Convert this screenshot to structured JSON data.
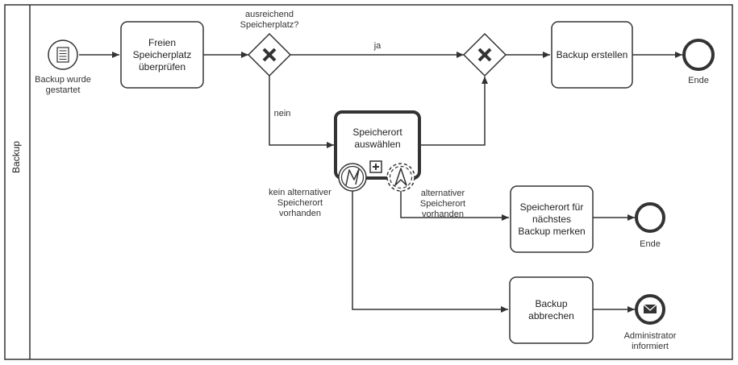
{
  "pool": {
    "label": "Backup"
  },
  "events": {
    "start": {
      "label": "Backup wurde\ngestartet",
      "icon": "document-icon"
    },
    "end1": {
      "label": "Ende"
    },
    "end2": {
      "label": "Ende"
    },
    "end_message": {
      "label": "Administrator\ninformiert",
      "icon": "envelope-icon"
    }
  },
  "tasks": {
    "check_space": "Freien\nSpeicherplatz\nüberprüfen",
    "create_backup": "Backup erstellen",
    "choose_location": "Speicherort\nauswählen",
    "remember_location": "Speicherort für\nnächstes\nBackup merken",
    "abort_backup": "Backup\nabbrechen"
  },
  "gateways": {
    "space_question": "ausreichend\nSpeicherplatz?"
  },
  "flows": {
    "yes": "ja",
    "no": "nein"
  },
  "boundary": {
    "error": "kein alternativer\nSpeicherort\nvorhanden",
    "escalation": "alternativer\nSpeicherort\nvorhanden"
  },
  "colors": {
    "stroke": "#333333",
    "background": "#ffffff"
  }
}
